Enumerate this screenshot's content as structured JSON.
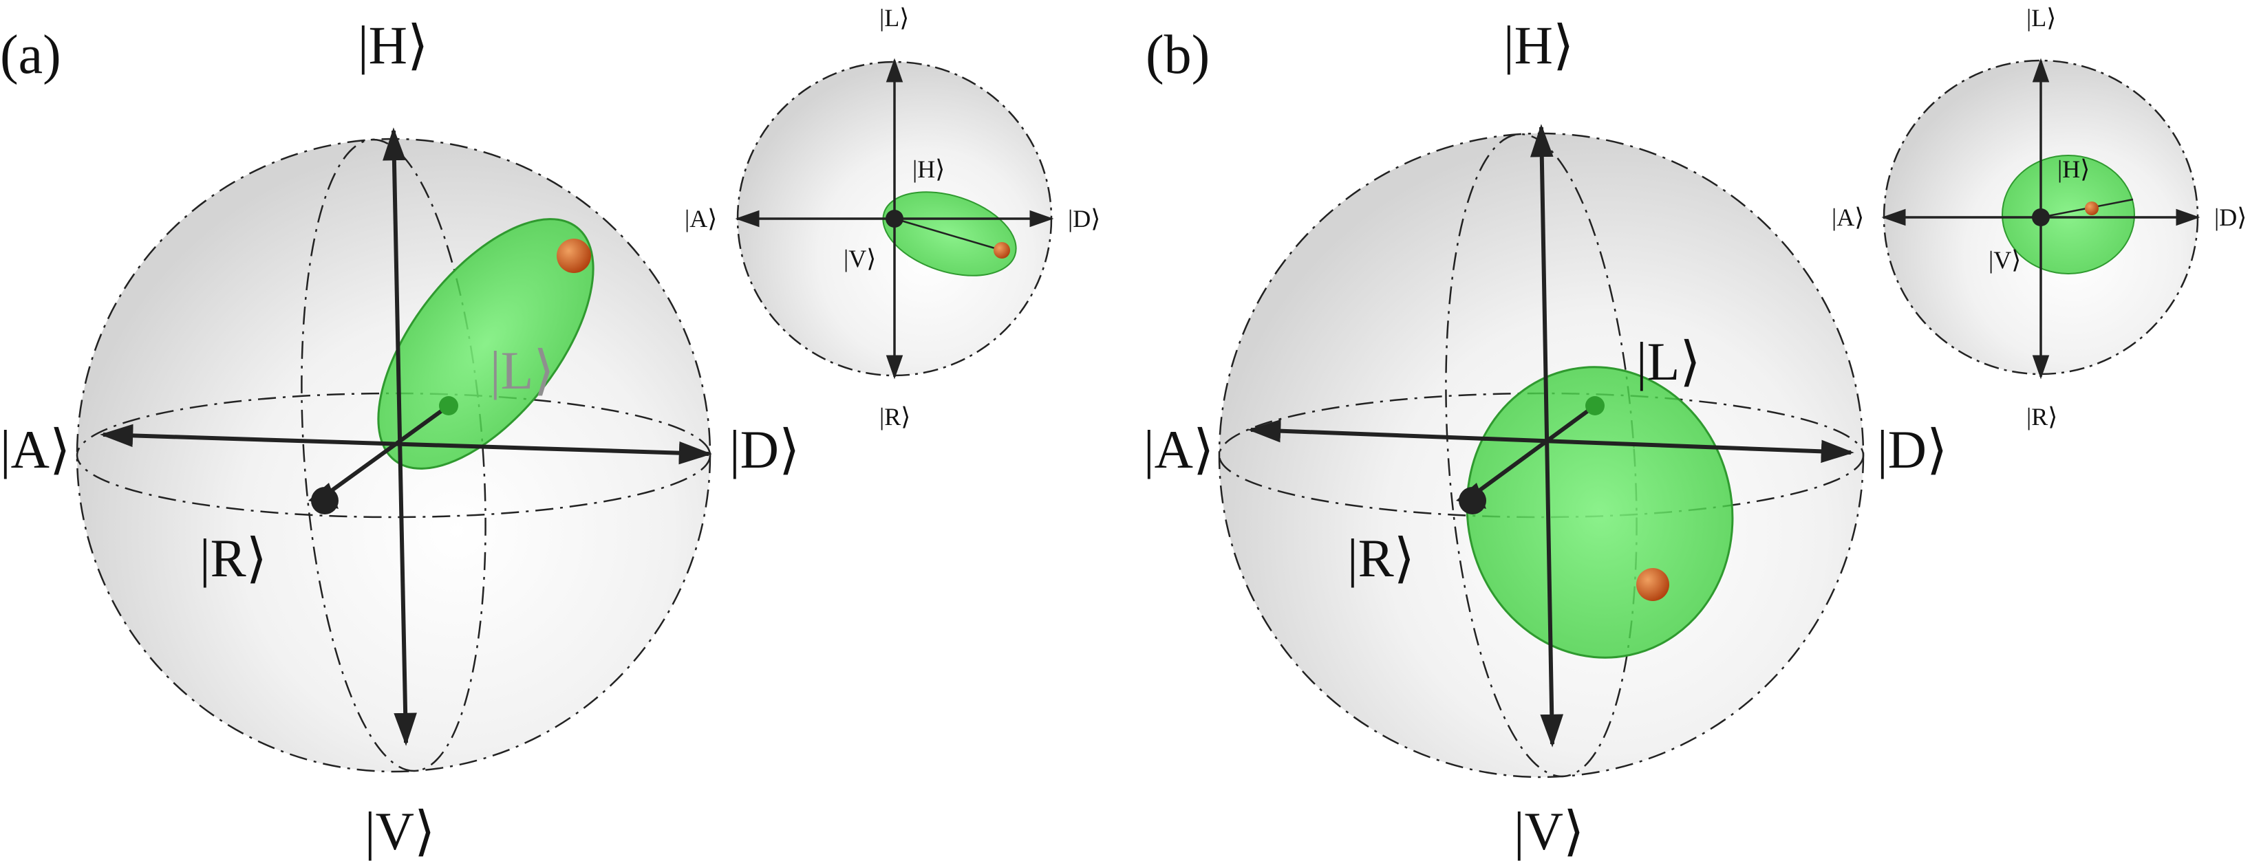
{
  "panels": [
    {
      "tag": "(a)",
      "large_sphere": {
        "h": "H",
        "v": "V",
        "a": "A",
        "d": "D",
        "r": "R",
        "l": "L"
      },
      "inset_sphere": {
        "l": "L",
        "r": "R",
        "a": "A",
        "d": "D",
        "h": "H",
        "v": "V"
      }
    },
    {
      "tag": "(b)",
      "large_sphere": {
        "h": "H",
        "v": "V",
        "a": "A",
        "d": "D",
        "r": "R",
        "l": "L"
      },
      "inset_sphere": {
        "l": "L",
        "r": "R",
        "a": "A",
        "d": "D",
        "h": "H",
        "v": "V"
      }
    }
  ],
  "colors": {
    "sphere_fill": "#e6e6e6",
    "ellipsoid_fill": "#4fd84f",
    "ellipsoid_stroke": "#2f9a2f",
    "center_dot": "#2e9e2e",
    "state_point": "#c4551b",
    "axis": "#222222"
  }
}
